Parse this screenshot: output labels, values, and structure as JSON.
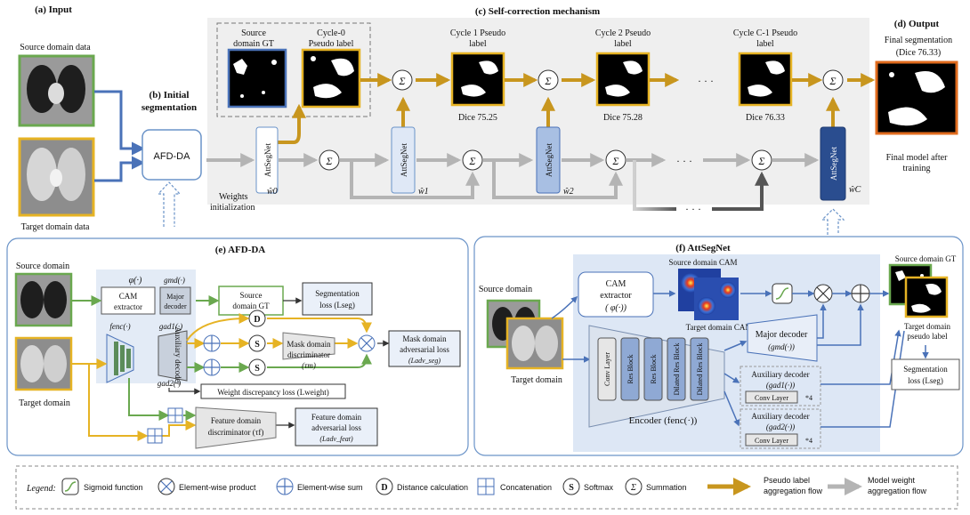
{
  "colors": {
    "gold": "#c8961e",
    "gray_flow": "#b4b4b4",
    "green": "#6aa84f",
    "yellow": "#e6b324",
    "blue": "#4a72b8",
    "orange": "#e06b1e",
    "light_blue": "#d6e4f5",
    "dark_blue": "#2a4d8f"
  },
  "input": {
    "title": "(a) Input",
    "source_label": "Source domain data",
    "target_label": "Target domain data"
  },
  "initial": {
    "title_line1": "(b) Initial",
    "title_line2": "segmentation",
    "afd_label": "AFD-DA"
  },
  "selfcorr": {
    "title": "(c) Self-correction mechanism",
    "source_gt_line1": "Source",
    "source_gt_line2": "domain GT",
    "cycle0_line1": "Cycle-0",
    "cycle0_line2": "Pseudo label",
    "cycle1_line1": "Cycle 1 Pseudo",
    "cycle1_line2": "label",
    "cycle2_line1": "Cycle 2 Pseudo",
    "cycle2_line2": "label",
    "cyclec_line1": "Cycle C-1 Pseudo",
    "cyclec_line2": "label",
    "dice1": "Dice 75.25",
    "dice2": "Dice 75.28",
    "dice3": "Dice 76.33",
    "attsegnet": "AttSegNet",
    "w0": "ŵ0",
    "w1": "ŵ1",
    "w2": "ŵ2",
    "wc": "ŵC",
    "weights_line1": "Weights",
    "weights_line2": "initialization",
    "final_model_line1": "Final model after",
    "final_model_line2": "training",
    "dots": "· · ·",
    "sigma": "Σ"
  },
  "output": {
    "title": "(d) Output",
    "line1": "Final segmentation",
    "line2": "(Dice 76.33)"
  },
  "afdda": {
    "title": "(e) AFD-DA",
    "source_domain": "Source domain",
    "target_domain": "Target domain",
    "phi": "φ(·)",
    "cam_line1": "CAM",
    "cam_line2": "extractor",
    "gmd": "gmd(·)",
    "major_line1": "Major",
    "major_line2": "decoder",
    "fenc": "fenc(·)",
    "gad1": "gad1(·)",
    "gad2": "gad2(·)",
    "auxiliary_decoder": "Auxiliary decoder",
    "source_gt_line1": "Source",
    "source_gt_line2": "domain GT",
    "seg_loss_line1": "Segmentation",
    "seg_loss_line2": "loss (Lseg)",
    "D": "D",
    "S": "S",
    "mask_disc_line1": "Mask domain",
    "mask_disc_line2": "discriminator",
    "mask_disc_line3": "(τm)",
    "mask_adv_line1": "Mask domain",
    "mask_adv_line2": "adversarial loss",
    "mask_adv_line3": "(Ladv_seg)",
    "weight_disc": "Weight discrepancy loss (Lweight)",
    "feat_disc_line1": "Feature domain",
    "feat_disc_line2": "discriminator (τf)",
    "feat_adv_line1": "Feature domain",
    "feat_adv_line2": "adversarial loss",
    "feat_adv_line3": "(Ladv_feat)"
  },
  "attsegnet": {
    "title": "(f) AttSegNet",
    "source_domain": "Source domain",
    "target_domain": "Target domain",
    "cam_line1": "CAM",
    "cam_line2": "extractor",
    "cam_line3": "( φ(·))",
    "source_cam": "Source domain CAM",
    "target_cam": "Target domain CAM",
    "source_gt": "Source domain GT",
    "target_pseudo_line1": "Target domain",
    "target_pseudo_line2": "pseudo label",
    "major_line1": "Major decoder",
    "major_line2": "(gmd(·))",
    "aux1_line1": "Auxiliary decoder",
    "aux1_line2": "(gad1(·))",
    "aux2_line1": "Auxiliary decoder",
    "aux2_line2": "(gad2(·))",
    "conv_layer": "Conv Layer",
    "x4": "*4",
    "layers": [
      "Conv Layer",
      "Res Block",
      "Res Block",
      "Dilated Res Block",
      "Dilated Res Block"
    ],
    "encoder": "Encoder (fenc(·))",
    "seg_loss_line1": "Segmentation",
    "seg_loss_line2": "loss (Lseg)"
  },
  "legend": {
    "title": "Legend:",
    "items": [
      "Sigmoid function",
      "Element-wise product",
      "Element-wise sum",
      "Distance calculation",
      "Concatenation",
      "Softmax",
      "Summation"
    ],
    "pseudo_line1": "Pseudo label",
    "pseudo_line2": "aggregation flow",
    "weight_line1": "Model weight",
    "weight_line2": "aggregation flow",
    "D": "D",
    "S": "S",
    "sigma": "Σ"
  }
}
